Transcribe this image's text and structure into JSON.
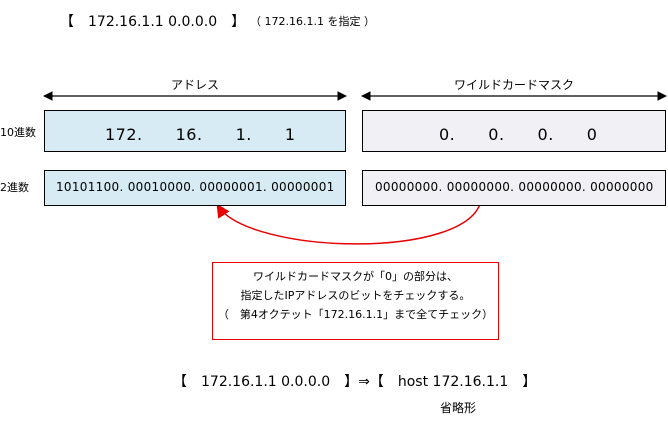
{
  "header": {
    "title": "【　172.16.1.1 0.0.0.0　】",
    "note": "（ 172.16.1.1 を指定 ）"
  },
  "columns": {
    "address_label": "アドレス",
    "wildcard_label": "ワイルドカードマスク"
  },
  "rows": {
    "decimal_label": "10進数",
    "binary_label": "2進数"
  },
  "address": {
    "decimal": "172.　　16.　　1.　　1",
    "binary": "10101100. 00010000. 00000001. 00000001"
  },
  "wildcard": {
    "decimal": "0.　　0.　　0.　　0",
    "binary": "00000000. 00000000. 00000000. 00000000"
  },
  "callout": {
    "line1": "ワイルドカードマスクが「0」の部分は、",
    "line2": "指定したIPアドレスのビットをチェックする。",
    "line3": "（　第4オクテット「172.16.1.1」まで全てチェック）"
  },
  "footer": {
    "expression": "【　172.16.1.1 0.0.0.0　】⇒【　host 172.16.1.1　】",
    "caption": "省略形"
  },
  "colors": {
    "address_fill": "#d6ebf3",
    "wildcard_fill": "#f1f1f5",
    "accent_red": "#e60000"
  }
}
